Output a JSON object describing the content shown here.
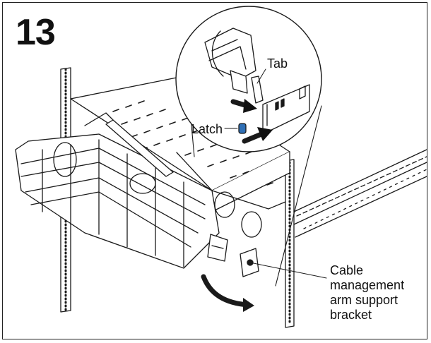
{
  "step": {
    "number": "13"
  },
  "callouts": {
    "tab": "Tab",
    "latch": "Latch",
    "bracket": {
      "line1": "Cable",
      "line2": "management",
      "line3": "arm support",
      "line4": "bracket"
    }
  },
  "colors": {
    "line": "#1a1a1a",
    "arrow": "#111111",
    "latch_accent": "#2f6fb5",
    "background": "#ffffff"
  },
  "icons": {
    "direction_arrows": "arrow-right-icon",
    "swing_arrow": "curved-arrow-icon"
  }
}
